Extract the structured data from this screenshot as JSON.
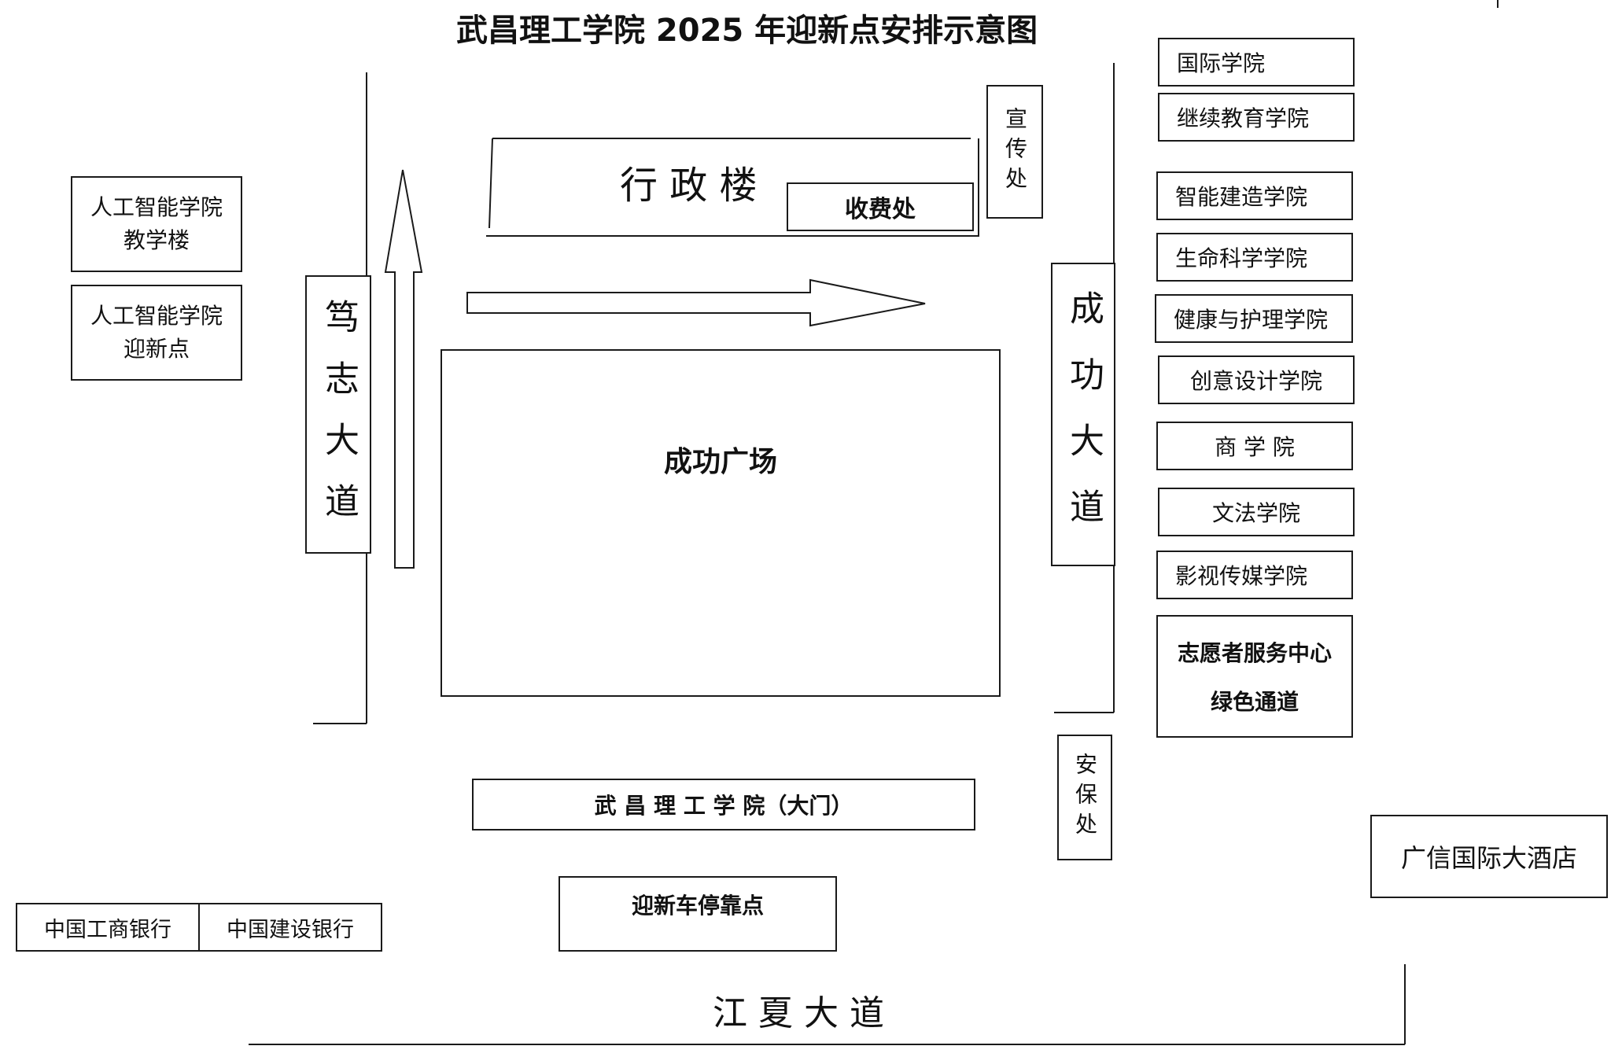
{
  "title": "武昌理工学院 2025 年迎新点安排示意图",
  "buildings": {
    "admin": "行 政 楼",
    "fee": "收费处",
    "publicity": "宣传处",
    "plaza": "成功广场",
    "gate": "武 昌 理 工 学 院（大门）",
    "security": "安保处",
    "bus_stop": "迎新车停靠点",
    "hotel": "广信国际大酒店",
    "icbc": "中国工商银行",
    "ccb": "中国建设银行",
    "ai_building_l1": "人工智能学院",
    "ai_building_l2": "教学楼",
    "ai_welcome_l1": "人工智能学院",
    "ai_welcome_l2": "迎新点"
  },
  "roads": {
    "duzhi": "笃志大道",
    "chenggong": "成功大道",
    "jiangxia": "江 夏 大 道"
  },
  "colleges": [
    "国际学院",
    "继续教育学院",
    "智能建造学院",
    "生命科学学院",
    "健康与护理学院",
    "创意设计学院",
    "商 学 院",
    "文法学院",
    "影视传媒学院"
  ],
  "volunteer": {
    "line1": "志愿者服务中心",
    "line2": "绿色通道"
  }
}
